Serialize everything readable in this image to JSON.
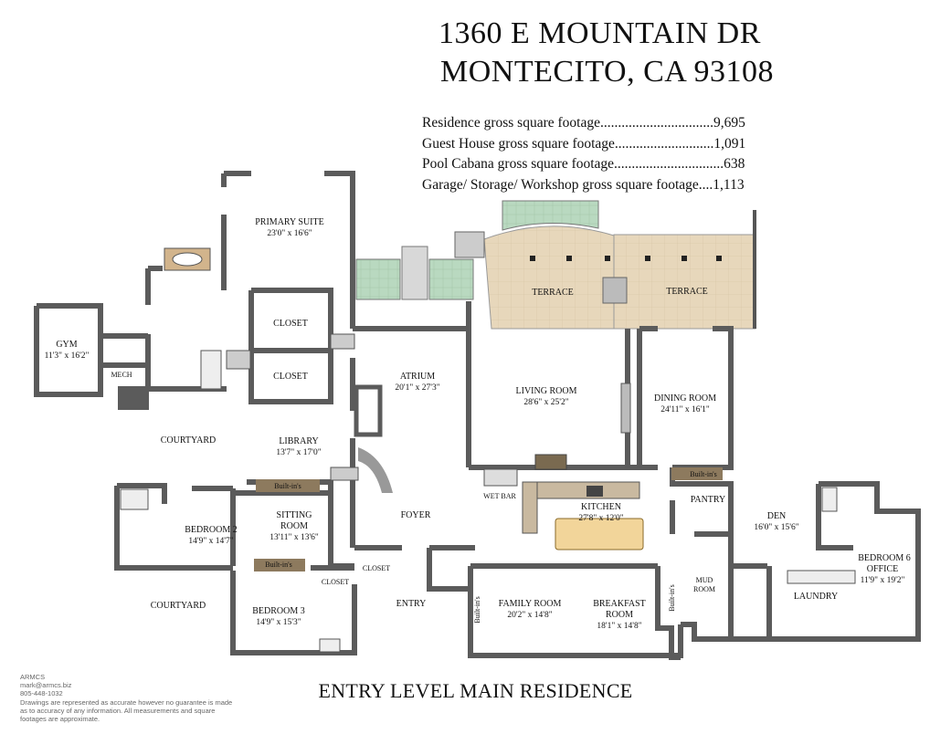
{
  "header": {
    "line1": "1360 E MOUNTAIN DR",
    "line2": "MONTECITO, CA 93108"
  },
  "square_footage": [
    "Residence gross square footage................................9,695",
    "Guest House gross square footage............................1,091",
    "Pool Cabana gross square footage...............................638",
    "Garage/ Storage/ Workshop gross square footage....1,113"
  ],
  "rooms": {
    "primary_suite": {
      "name": "PRIMARY SUITE",
      "dim": "23'0\" x 16'6\""
    },
    "gym": {
      "name": "GYM",
      "dim": "11'3\" x 16'2\""
    },
    "mech": {
      "name": "MECH"
    },
    "closet1": {
      "name": "CLOSET"
    },
    "closet2": {
      "name": "CLOSET"
    },
    "terrace1": {
      "name": "TERRACE"
    },
    "terrace2": {
      "name": "TERRACE"
    },
    "atrium": {
      "name": "ATRIUM",
      "dim": "20'1\" x 27'3\""
    },
    "living_room": {
      "name": "LIVING ROOM",
      "dim": "28'6\" x 25'2\""
    },
    "dining_room": {
      "name": "DINING ROOM",
      "dim": "24'11\" x 16'1\""
    },
    "courtyard1": {
      "name": "COURTYARD"
    },
    "library": {
      "name": "LIBRARY",
      "dim": "13'7\" x 17'0\""
    },
    "builtins1": {
      "name": "Built-in's"
    },
    "builtins2": {
      "name": "Built-in's"
    },
    "builtins3": {
      "name": "Built-in's"
    },
    "builtins4": {
      "name": "Built-in's"
    },
    "builtins5": {
      "name": "Built-in's"
    },
    "bedroom2": {
      "name": "BEDROOM 2",
      "dim": "14'9\" x 14'7\""
    },
    "sitting_room": {
      "name": "SITTING\nROOM",
      "line1": "SITTING",
      "line2": "ROOM",
      "dim": "13'11\" x 13'6\""
    },
    "foyer": {
      "name": "FOYER"
    },
    "wet_bar": {
      "name": "WET BAR"
    },
    "kitchen": {
      "name": "KITCHEN",
      "dim": "27'8\" x 12'0\""
    },
    "pantry": {
      "name": "PANTRY"
    },
    "den": {
      "name": "DEN",
      "dim": "16'0\" x 15'6\""
    },
    "bedroom6": {
      "line1": "BEDROOM 6",
      "line2": "OFFICE",
      "dim": "11'9\" x 19'2\""
    },
    "closet3": {
      "name": "CLOSET"
    },
    "closet4": {
      "name": "CLOSET"
    },
    "courtyard2": {
      "name": "COURTYARD"
    },
    "bedroom3": {
      "name": "BEDROOM 3",
      "dim": "14'9\" x 15'3\""
    },
    "entry": {
      "name": "ENTRY"
    },
    "family_room": {
      "name": "FAMILY ROOM",
      "dim": "20'2\" x 14'8\""
    },
    "breakfast_room": {
      "line1": "BREAKFAST",
      "line2": "ROOM",
      "dim": "18'1\" x 14'8\""
    },
    "mud_room": {
      "line1": "MUD",
      "line2": "ROOM"
    },
    "laundry": {
      "name": "LAUNDRY"
    }
  },
  "footer": {
    "title": "ENTRY LEVEL MAIN RESIDENCE",
    "credits": [
      "ARMCS",
      "mark@armcs.biz",
      "805-448-1032",
      "Drawings are represented as accurate however no guarantee is made",
      "as to accuracy of any information. All measurements and square",
      "footages are approximate."
    ]
  },
  "colors": {
    "wall": "#5b5b5b",
    "terrace": "#e6d5b8",
    "pool_green": "#b8d8bf",
    "island": "#f2d59a",
    "kitchen_counter": "#c9b9a0"
  }
}
